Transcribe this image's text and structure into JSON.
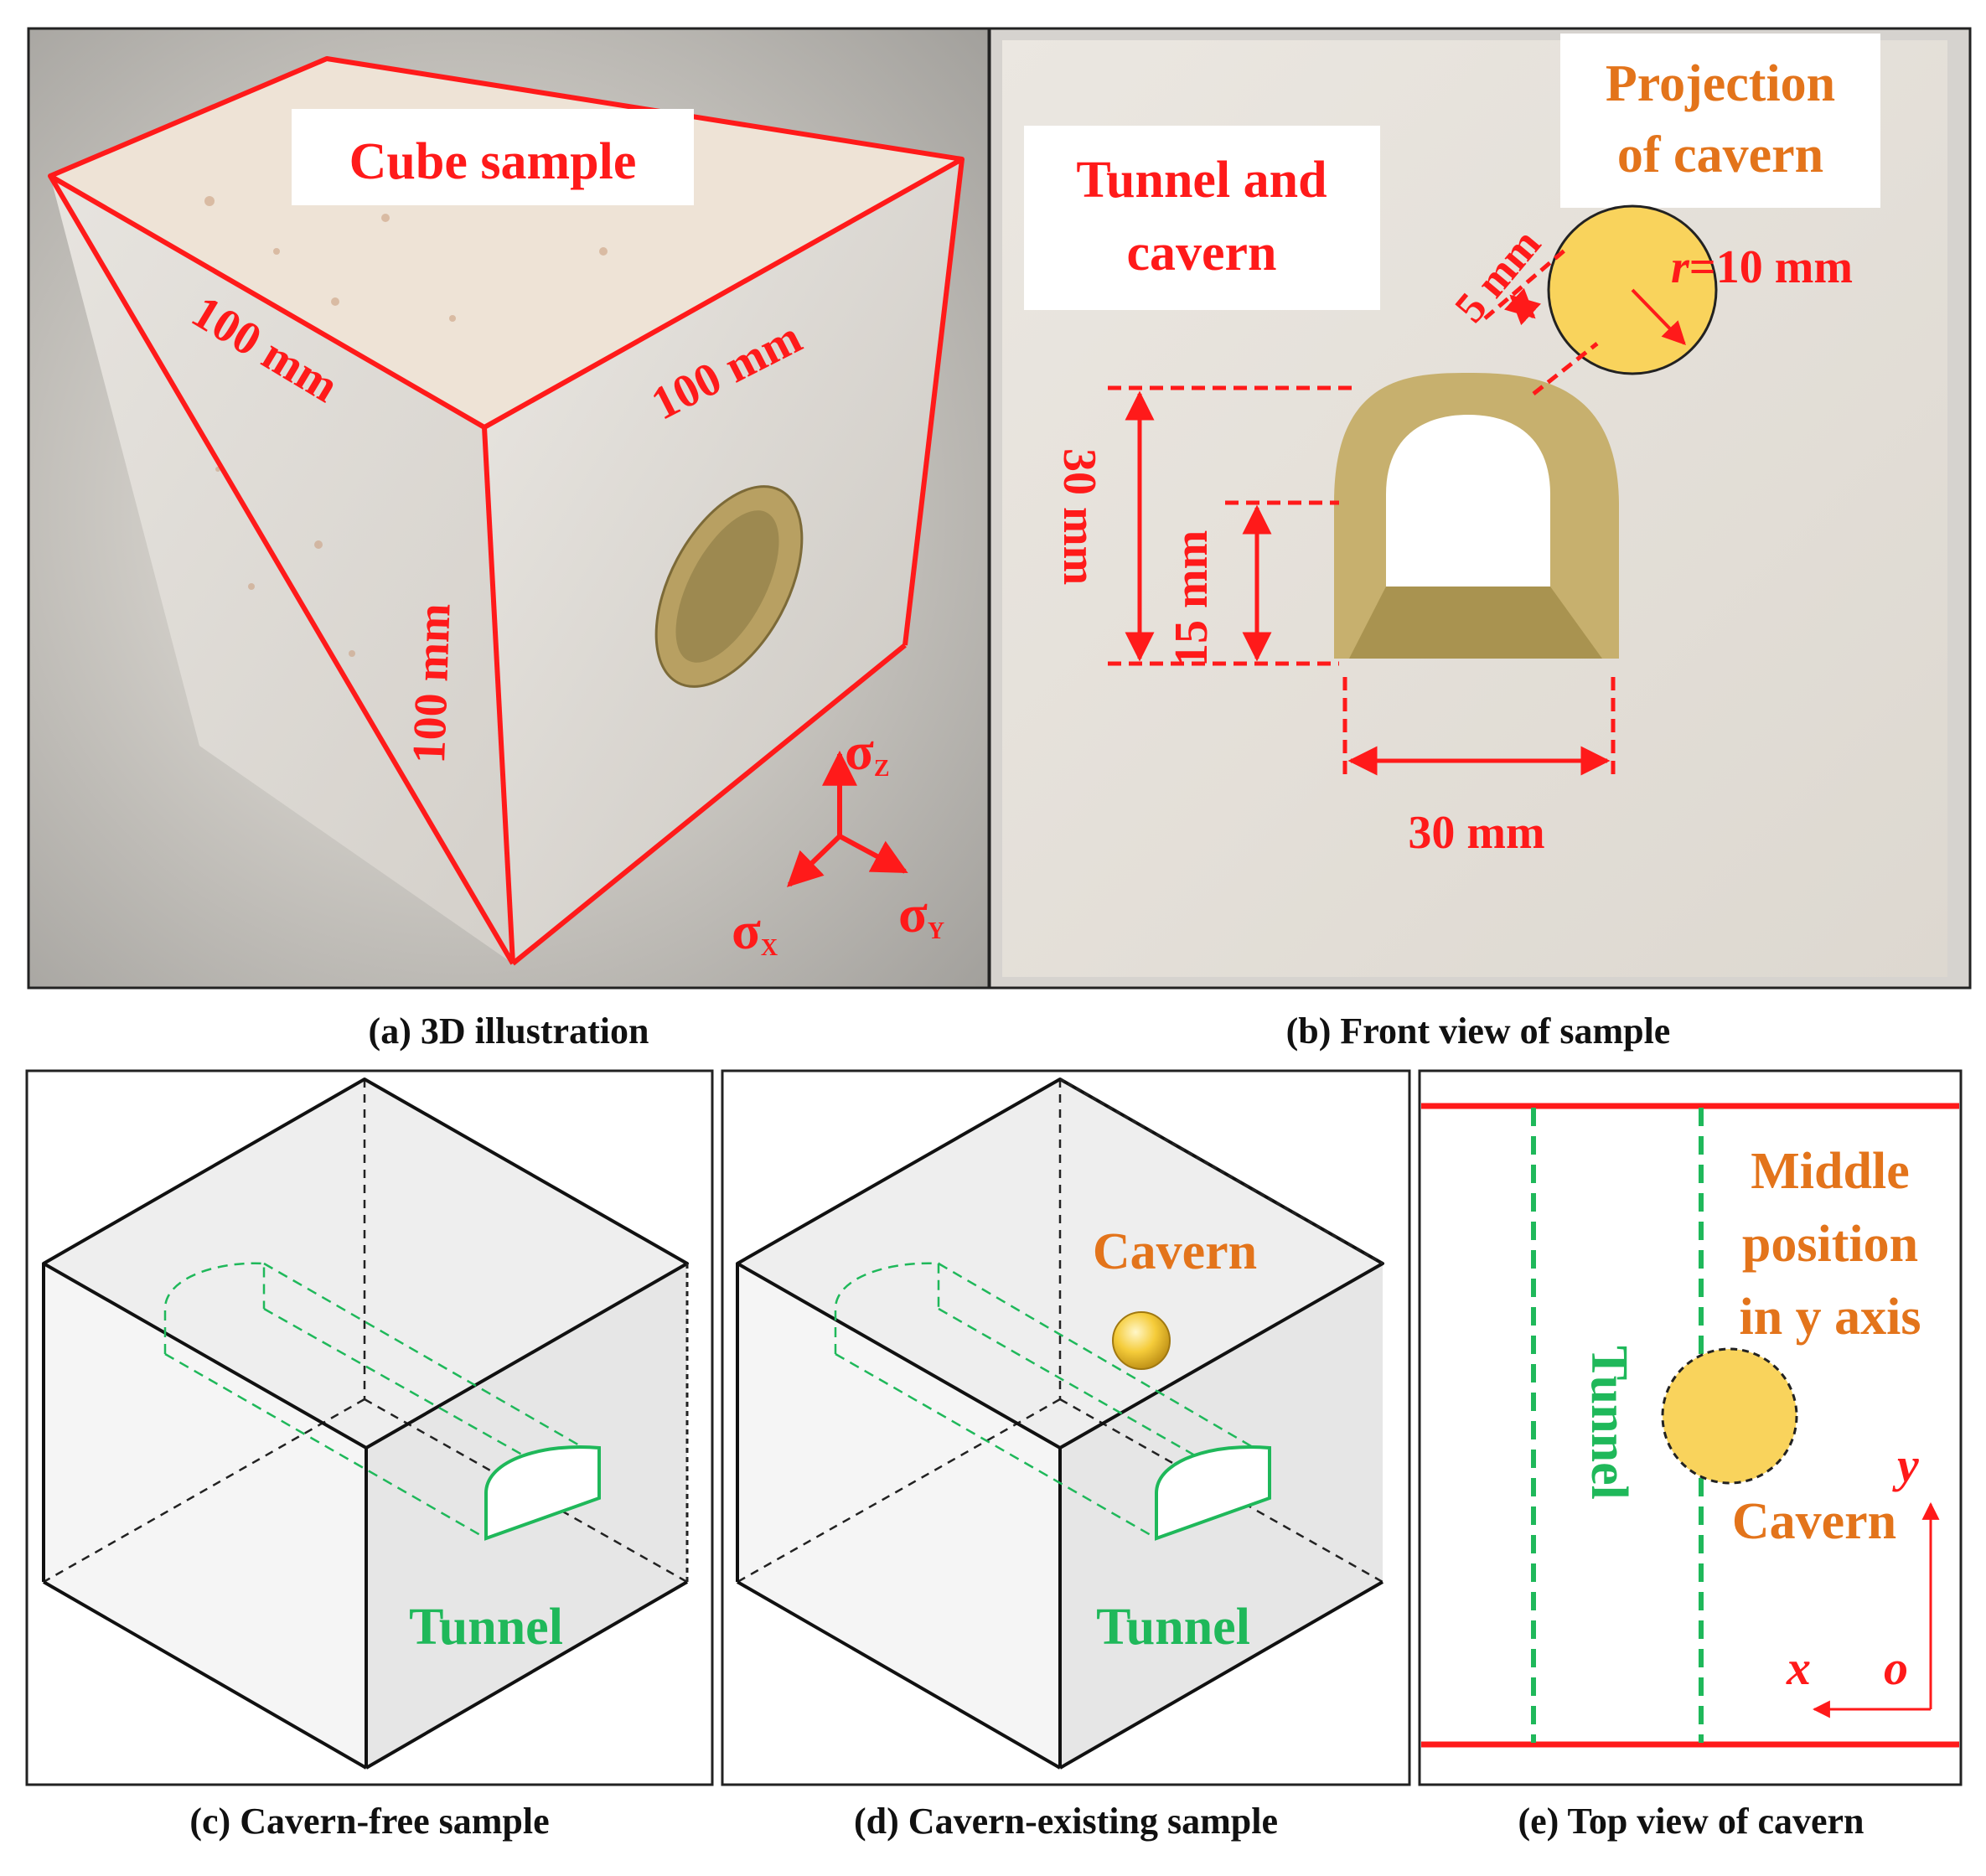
{
  "colors": {
    "red": "#ff1a1a",
    "orange": "#e3741b",
    "green": "#1fb85a",
    "cavern_fill": "#f9d35c",
    "panel_stroke": "#222222",
    "face_gray": "#ededed"
  },
  "panel_a": {
    "caption": "(a) 3D illustration",
    "label": "Cube sample",
    "dim_left": "100 mm",
    "dim_right": "100 mm",
    "dim_vertical": "100 mm",
    "sigma_symbol": "σ",
    "sub_z": "Z",
    "sub_x": "X",
    "sub_y": "Y"
  },
  "panel_b": {
    "caption": "(b) Front view of sample",
    "label_line1": "Tunnel and",
    "label_line2": "cavern",
    "projection_line1": "Projection",
    "projection_line2": "of cavern",
    "radius_r": "r",
    "radius_value": "=10 mm",
    "dim_5": "5 mm",
    "dim_30_height": "30 mm",
    "dim_15": "15 mm",
    "dim_30_width": "30 mm"
  },
  "panel_c": {
    "caption": "(c) Cavern-free sample",
    "tunnel_label": "Tunnel"
  },
  "panel_d": {
    "caption": "(d) Cavern-existing sample",
    "tunnel_label": "Tunnel",
    "cavern_label": "Cavern"
  },
  "panel_e": {
    "caption": "(e) Top view of cavern",
    "middle_line1": "Middle",
    "middle_line2": "position",
    "middle_line3": "in y axis",
    "tunnel_label": "Tunnel",
    "cavern_label": "Cavern",
    "axis_y": "y",
    "axis_x": "x",
    "axis_o": "o"
  }
}
